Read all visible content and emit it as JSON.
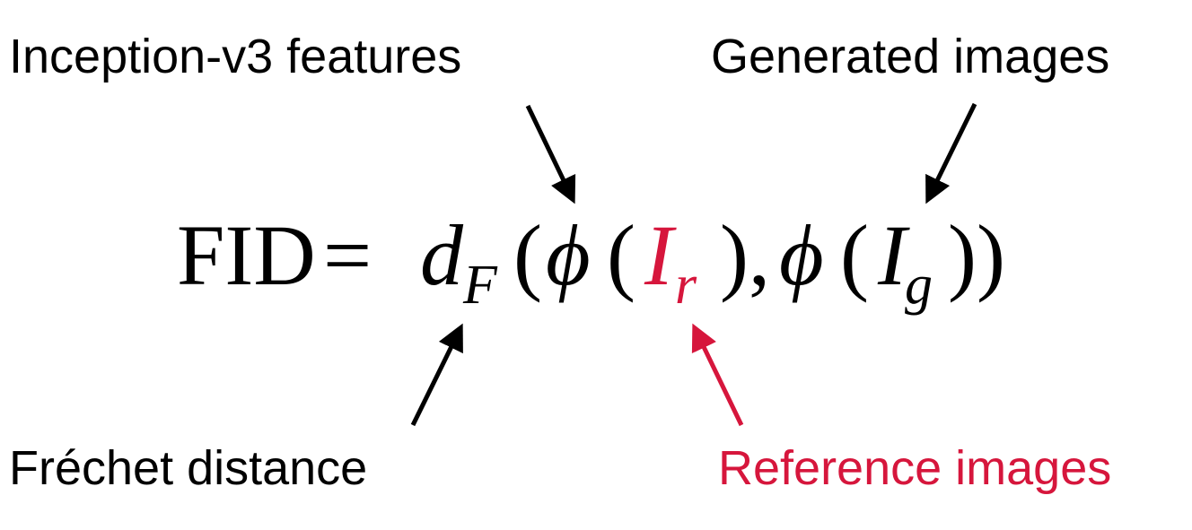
{
  "colors": {
    "text": "#000000",
    "accent": "#d6163c"
  },
  "labels": {
    "inception": "Inception-v3 features",
    "generated": "Generated images",
    "frechet": "Fréchet distance",
    "reference": "Reference images"
  },
  "equation": {
    "lhs": "FID",
    "equals": "=",
    "dist": "d",
    "dist_sub": "F",
    "open_paren": "(",
    "phi_1": "ϕ",
    "open_paren_2": "(",
    "ref_var": "I",
    "ref_sub": "r",
    "close_paren_2": ")",
    "comma": ",",
    "phi_2": "ϕ",
    "open_paren_3": "(",
    "gen_var": "I",
    "gen_sub": "g",
    "close_parens": "))"
  }
}
